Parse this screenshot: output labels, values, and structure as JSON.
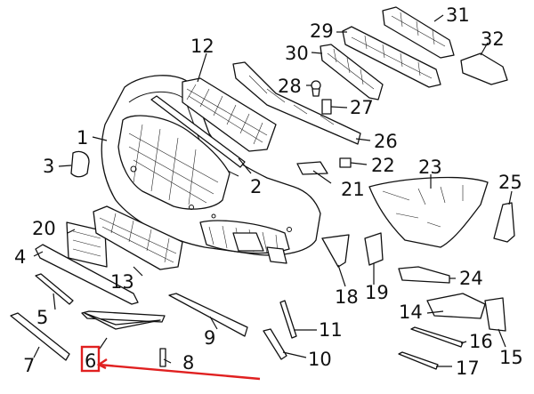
{
  "diagram": {
    "callouts": {
      "c1": "1",
      "c2": "2",
      "c3": "3",
      "c4": "4",
      "c5": "5",
      "c6": "6",
      "c7": "7",
      "c8": "8",
      "c9": "9",
      "c10": "10",
      "c11": "11",
      "c12": "12",
      "c13": "13",
      "c14": "14",
      "c15": "15",
      "c16": "16",
      "c17": "17",
      "c18": "18",
      "c19": "19",
      "c20": "20",
      "c21": "21",
      "c22": "22",
      "c23": "23",
      "c24": "24",
      "c25": "25",
      "c26": "26",
      "c27": "27",
      "c28": "28",
      "c29": "29",
      "c30": "30",
      "c31": "31",
      "c32": "32"
    },
    "highlight": {
      "callout": "6",
      "color": "#e02020"
    },
    "line_color": "#111111",
    "background": "#ffffff"
  }
}
